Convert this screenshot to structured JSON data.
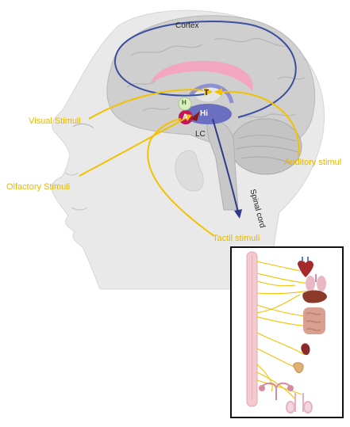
{
  "labels": {
    "cortex": "Cortex",
    "thalamus": "T",
    "hippocampus": "Hi",
    "hypothalamus": "H",
    "amygdala": "A",
    "locus_coeruleus": "LC",
    "spinal_cord": "Spinal cord",
    "visual": "Visual Stimuli",
    "olfactory": "Olfactory Stimuli",
    "auditory": "Auditory stimul",
    "tactile": "Tactil stimuli"
  },
  "colors": {
    "stimulus_line": "#f2c200",
    "cortex_loop": "#3a4fa0",
    "descending_tract": "#2e3a8c",
    "limbic_ring": "#f2a6bf",
    "amygdala": "#c2185b",
    "hippocampus": "#6a6fc0",
    "head_fill": "#e9e9e9",
    "brain_fill": "#cfcfcf",
    "spinal_cord_fill": "#f4c9cf",
    "nerve": "#f2c200"
  },
  "organs": [
    "heart-icon",
    "lungs-icon",
    "liver-icon",
    "intestines-icon",
    "kidney-icon",
    "bladder-icon",
    "ovaries-icon",
    "testes-icon"
  ]
}
